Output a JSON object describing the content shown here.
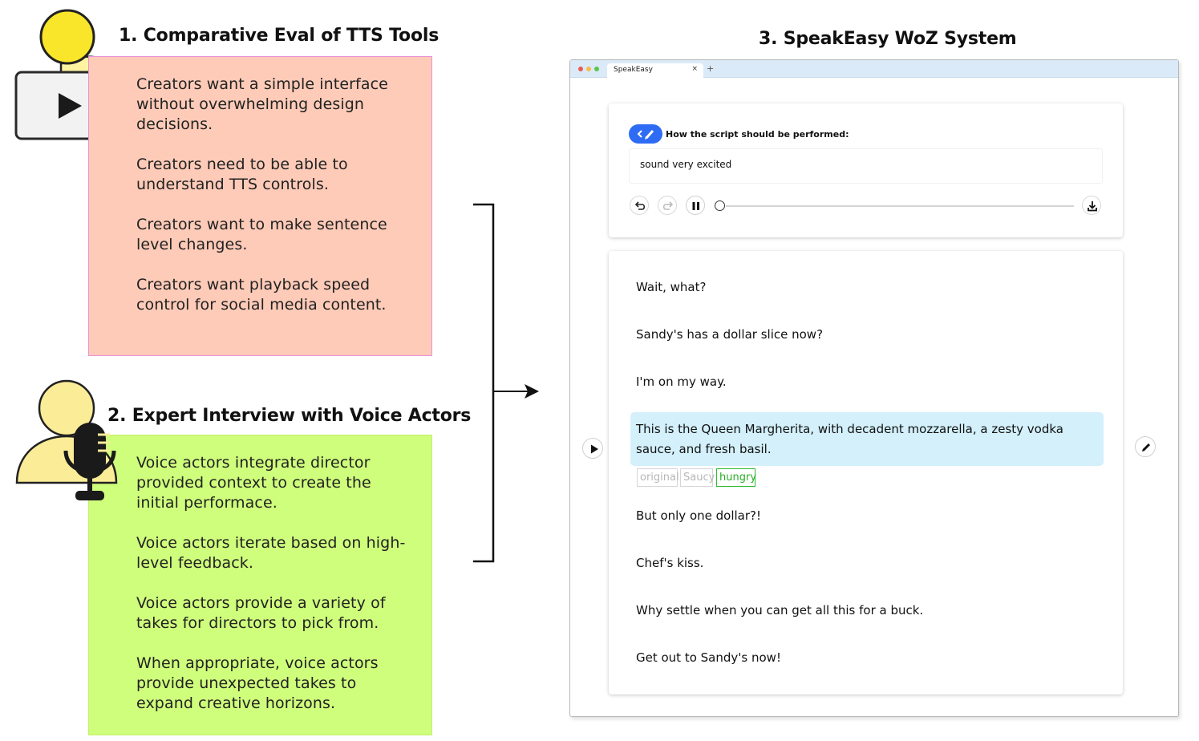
{
  "section1": {
    "title": "1. Comparative Eval of TTS Tools",
    "findings": [
      "Creators want a simple interface without overwhelming design decisions.",
      "Creators need to be able to understand TTS controls.",
      "Creators want to make sentence level changes.",
      "Creators want playback speed control for social media content."
    ],
    "box_color": "#fdcbb8"
  },
  "section2": {
    "title": "2. Expert Interview with Voice Actors",
    "findings": [
      "Voice actors integrate director provided context to create the initial performace.",
      "Voice actors iterate based on high-level feedback.",
      "Voice actors provide a variety of takes for directors to pick from.",
      "When appropriate, voice actors provide unexpected takes to expand creative horizons."
    ],
    "box_color": "#cffd7c"
  },
  "section3": {
    "title": "3. SpeakEasy WoZ System"
  },
  "browser": {
    "tab_label": "SpeakEasy",
    "tab_close": "×",
    "new_tab": "+"
  },
  "prompt": {
    "label": "How the script should be performed:",
    "value": "sound very excited"
  },
  "script": {
    "lines": [
      "Wait, what?",
      "Sandy's has a dollar slice now?",
      "I'm on my way.",
      "This is the Queen Margherita, with decadent mozzarella, a zesty vodka sauce, and fresh basil.",
      "But only one dollar?!",
      "Chef's kiss.",
      "Why settle when you can get all this for a buck.",
      "Get out to Sandy's now!"
    ],
    "selected_line": 3,
    "takes": [
      "original",
      "Saucy",
      "hungry"
    ],
    "selected_take": "hungry"
  },
  "icons": {
    "persona1": "video-player-icon",
    "persona2": "microphone-icon",
    "controls": [
      "undo-icon",
      "redo-icon",
      "pause-icon",
      "download-icon",
      "play-icon",
      "pencil-icon"
    ]
  },
  "colors": {
    "accent_blue": "#2f6cf5",
    "highlight": "#d3f0fb",
    "take_selected": "#27ae27"
  }
}
